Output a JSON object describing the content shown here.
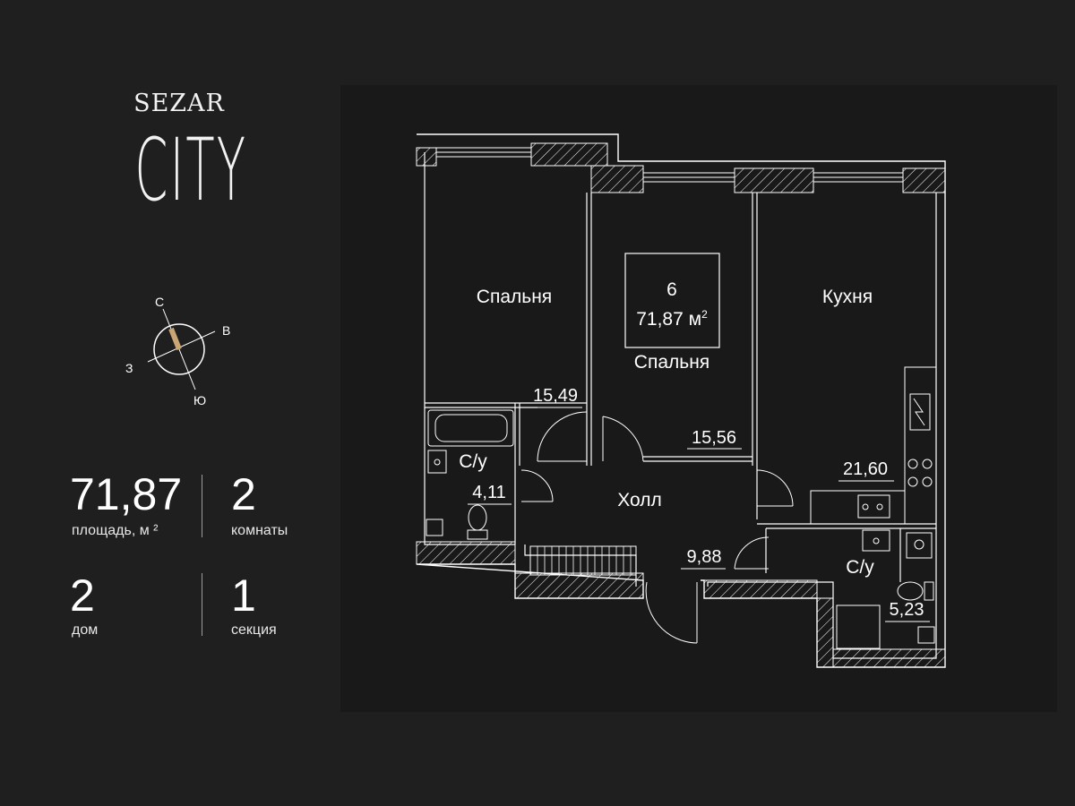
{
  "brand": {
    "line1": "SEZAR",
    "line2": "CITY"
  },
  "compass": {
    "north": "С",
    "east": "В",
    "west": "З",
    "south": "Ю"
  },
  "stats": [
    {
      "value": "71,87",
      "label": "площадь, м ²"
    },
    {
      "value": "2",
      "label": "комнаты"
    },
    {
      "value": "2",
      "label": "дом"
    },
    {
      "value": "1",
      "label": "секция"
    }
  ],
  "plan": {
    "unit_number": "6",
    "unit_area": "71,87 м",
    "unit_area_sup": "2",
    "rooms": [
      {
        "name": "Спальня",
        "area": "15,49"
      },
      {
        "name": "Спальня",
        "area": "15,56"
      },
      {
        "name": "Кухня",
        "area": "21,60"
      },
      {
        "name": "С/у",
        "area": "4,11"
      },
      {
        "name": "Холл",
        "area": "9,88"
      },
      {
        "name": "С/у",
        "area": "5,23"
      }
    ]
  },
  "colors": {
    "background": "#1f1f1f",
    "accent": "#b59a6a",
    "line": "#ffffff"
  }
}
